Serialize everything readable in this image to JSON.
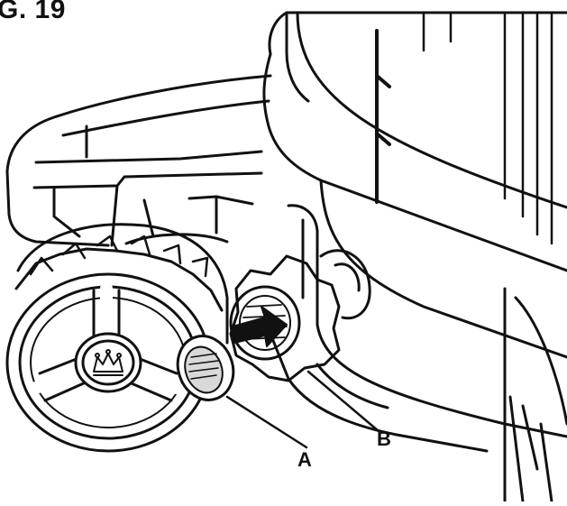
{
  "figure": {
    "title": "G. 19",
    "callouts": {
      "a": "A",
      "b": "B"
    },
    "colors": {
      "ink": "#111111",
      "paper": "#ffffff",
      "shade": "#d9d9d9"
    },
    "icons": [
      "brand-crown-logo",
      "arrow-right-icon"
    ]
  }
}
